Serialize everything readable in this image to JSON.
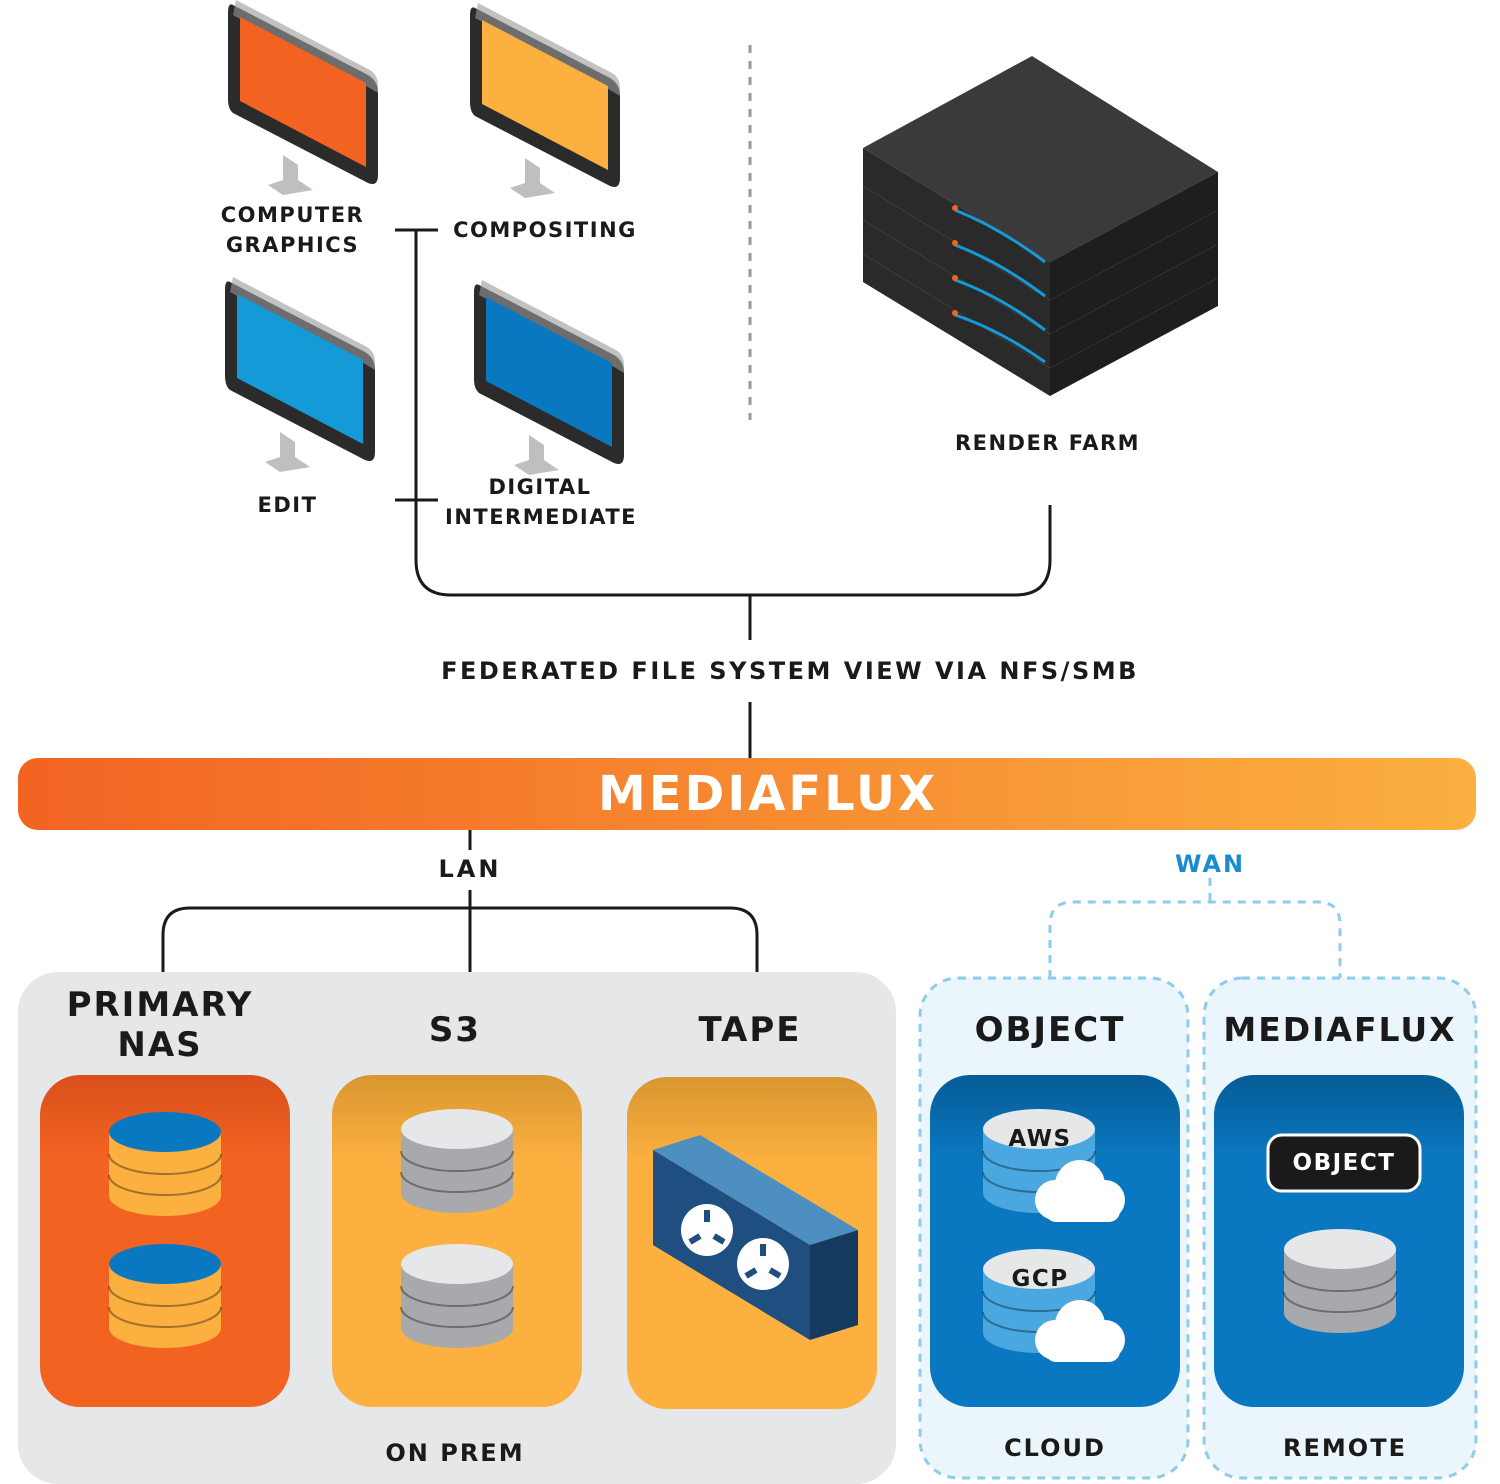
{
  "workstations": [
    {
      "label": "COMPUTER\nGRAPHICS",
      "color": "#f26322"
    },
    {
      "label": "COMPOSITING",
      "color": "#fbb040"
    },
    {
      "label": "EDIT",
      "color": "#159ad8"
    },
    {
      "label": "DIGITAL\nINTERMEDIATE",
      "color": "#0a78c0"
    }
  ],
  "render_farm": {
    "label": "RENDER FARM"
  },
  "federated_label": "FEDERATED FILE SYSTEM VIEW VIA NFS/SMB",
  "mediaflux_bar": {
    "label": "MEDIAFLUX",
    "color_start": "#f26322",
    "color_end": "#fbb040"
  },
  "lan_label": "LAN",
  "wan_label": "WAN",
  "on_prem": {
    "label": "ON PREM",
    "tiers": [
      {
        "label": "PRIMARY\nNAS",
        "color": "#f26322"
      },
      {
        "label": "S3",
        "color": "#fbb040"
      },
      {
        "label": "TAPE",
        "color": "#fbb040"
      }
    ]
  },
  "cloud": {
    "label": "CLOUD",
    "tier_label": "OBJECT",
    "providers": [
      "AWS",
      "GCP"
    ],
    "color": "#0a78c0"
  },
  "remote": {
    "label": "REMOTE",
    "tier_label": "MEDIAFLUX",
    "badge": "OBJECT",
    "color": "#0a78c0"
  }
}
